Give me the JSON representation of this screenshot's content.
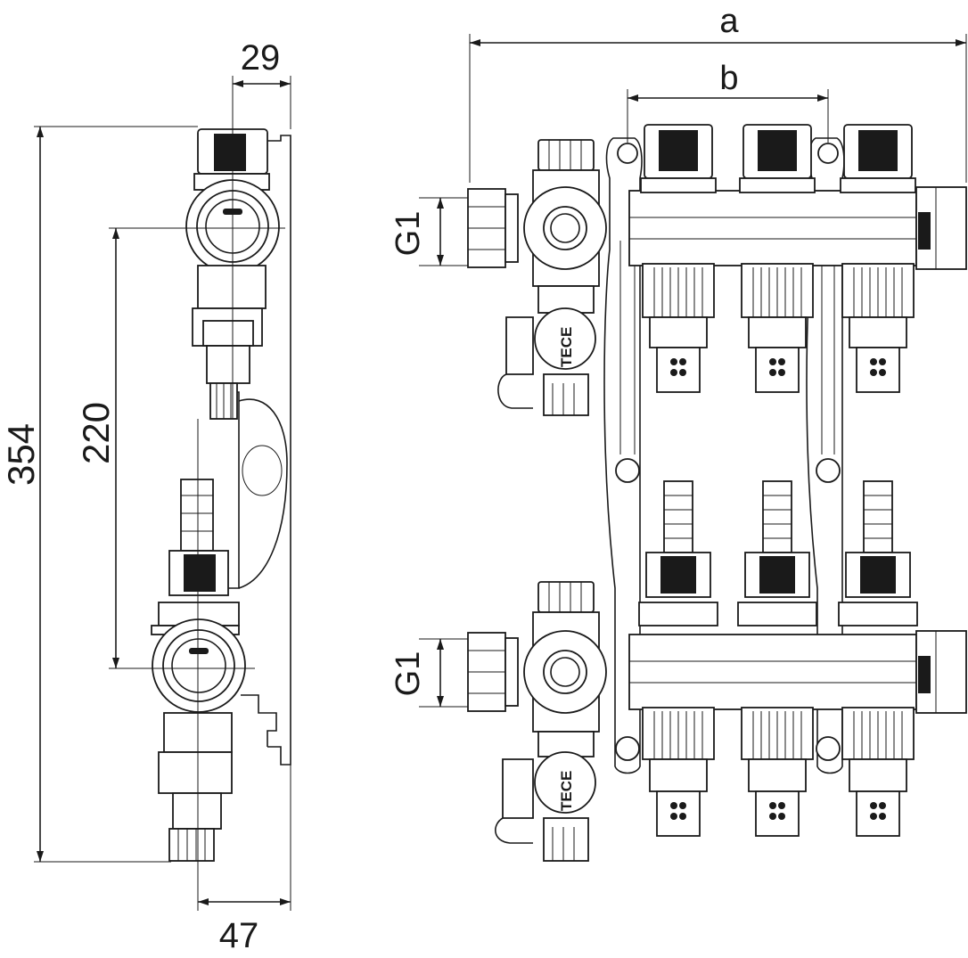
{
  "dimensions": {
    "side_top_depth": "29",
    "side_bottom_depth": "47",
    "total_height": "354",
    "axis_spacing": "220",
    "overall_width": "a",
    "circuit_spacing": "b",
    "thread_upper": "G1",
    "thread_lower": "G1"
  },
  "brand_marks": {
    "upper_valve": "TECE",
    "lower_valve": "TECE"
  },
  "colors": {
    "line": "#1a1a1a",
    "background": "#ffffff"
  }
}
